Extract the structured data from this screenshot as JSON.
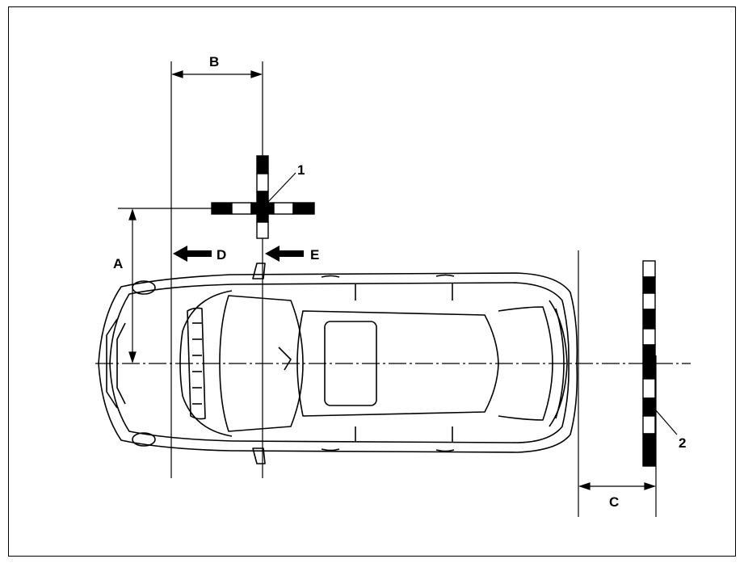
{
  "diagram": {
    "labels": {
      "A": "A",
      "B": "B",
      "C": "C",
      "D": "D",
      "E": "E",
      "target_front": "1",
      "target_rear": "2"
    },
    "colors": {
      "line": "#000000",
      "background": "#ffffff"
    },
    "icons": [
      "left-arrow-icon",
      "cross-target-icon",
      "vertical-bar-target-icon",
      "vehicle-top-view-icon"
    ]
  }
}
